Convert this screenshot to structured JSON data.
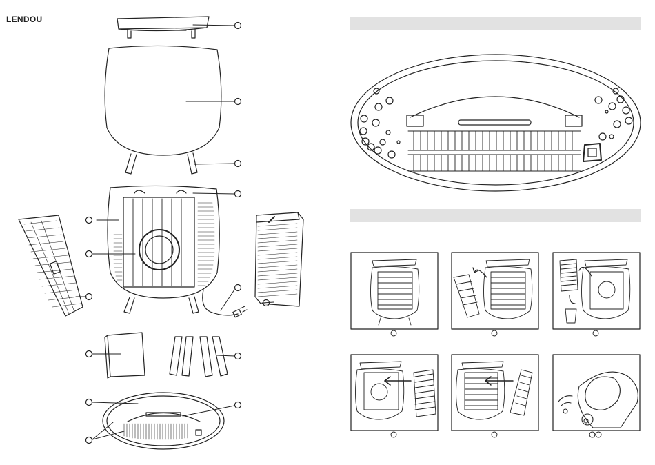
{
  "brand": {
    "name": "LENDOU"
  },
  "colors": {
    "line": "#222222",
    "section_bar": "#e2e2e2",
    "background": "#ffffff"
  },
  "exploded_view": {
    "part_callouts": 13,
    "parts": [
      "top-cover",
      "housing-shell",
      "legs",
      "inner-frame",
      "side-prefilter",
      "hepa-filter",
      "power-cord",
      "manual",
      "spare-legs",
      "control-panel",
      "control-buttons"
    ]
  },
  "control_panel_detail": {
    "section_title": ""
  },
  "filter_replacement": {
    "section_title": "",
    "steps": 6
  }
}
